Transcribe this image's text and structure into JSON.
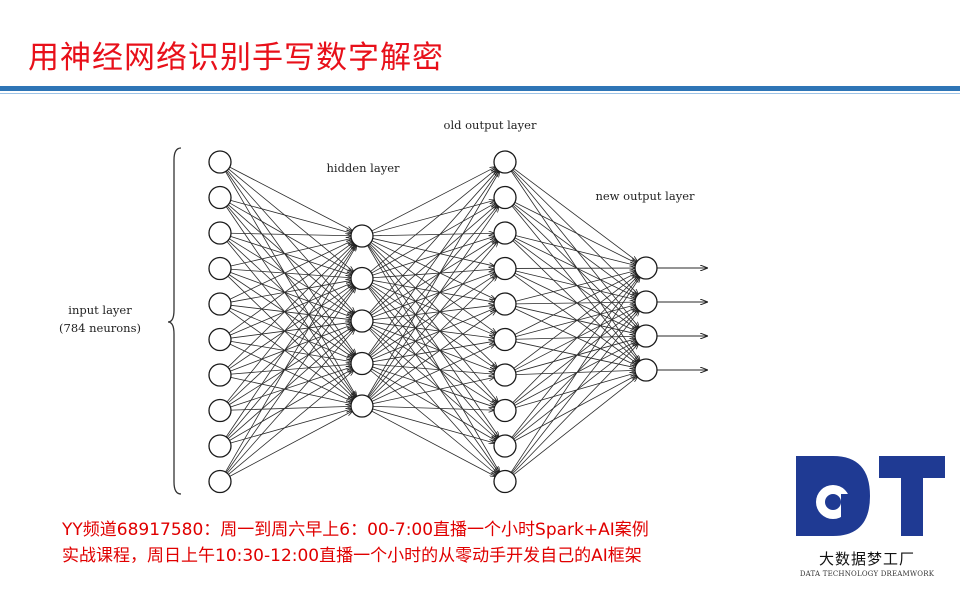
{
  "slide": {
    "title": "用神经网络识别手写数字解密"
  },
  "diagram": {
    "labels": {
      "input_layer": "input layer",
      "input_neurons": "(784 neurons)",
      "hidden_layer": "hidden layer",
      "old_output_layer": "old output layer",
      "new_output_layer": "new output layer"
    },
    "layers": {
      "input_count": 10,
      "hidden_count": 5,
      "old_output_count": 10,
      "new_output_count": 4
    }
  },
  "announcement": {
    "line1": "YY频道68917580：周一到周六早上6：00-7:00直播一个小时Spark+AI案例",
    "line2": "实战课程，周日上午10:30-12:00直播一个小时的从零动手开发自己的AI框架"
  },
  "logo": {
    "letters": "DT",
    "name_cn": "大数据梦工厂",
    "name_en": "DATA TECHNOLOGY DREAMWORK",
    "brand_color": "#1f3a93"
  },
  "colors": {
    "title": "#e8101a",
    "rule": "#2e75b6",
    "announcement": "#e00000"
  }
}
